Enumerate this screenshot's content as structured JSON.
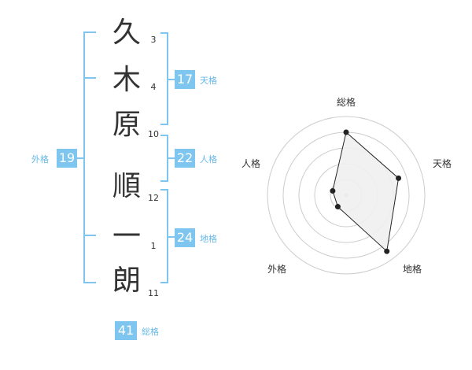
{
  "name": {
    "chars": [
      {
        "char": "久",
        "strokes": "3"
      },
      {
        "char": "木",
        "strokes": "4"
      },
      {
        "char": "原",
        "strokes": "10"
      },
      {
        "char": "順",
        "strokes": "12"
      },
      {
        "char": "一",
        "strokes": "1"
      },
      {
        "char": "朗",
        "strokes": "11"
      }
    ]
  },
  "fortunes": {
    "ten": {
      "value": "17",
      "label": "天格"
    },
    "jin": {
      "value": "22",
      "label": "人格"
    },
    "chi": {
      "value": "24",
      "label": "地格"
    },
    "gai": {
      "value": "19",
      "label": "外格"
    },
    "sou": {
      "value": "41",
      "label": "総格"
    }
  },
  "colors": {
    "accent": "#7ec6f0",
    "accent_text": "#66b8e8",
    "radar_fill": "#f0f0f0",
    "radar_line": "#222222",
    "grid": "#cccccc"
  },
  "chart_data": {
    "type": "radar",
    "axes": [
      "総格",
      "天格",
      "地格",
      "外格",
      "人格"
    ],
    "values": [
      4,
      3.5,
      4.4,
      0.9,
      0.9
    ],
    "max": 5,
    "rings": 5
  }
}
